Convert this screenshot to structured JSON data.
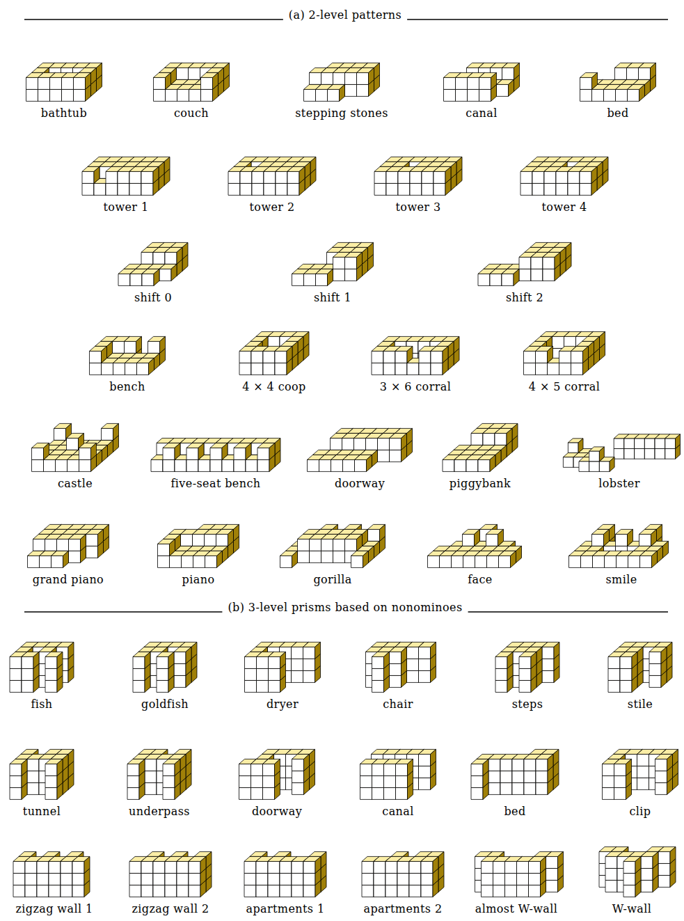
{
  "diagram": {
    "labels": [
      "(a) 2-level patterns",
      "bathtub",
      "couch",
      "stepping stones",
      "canal",
      "bed",
      "tower 1",
      "tower 2",
      "tower 3",
      "tower 4",
      "shift 0",
      "shift 1",
      "shift 2",
      "bench",
      "4 × 4 coop",
      "3 × 6 corral",
      "4 × 5 corral",
      "castle",
      "five-seat bench",
      "doorway",
      "piggybank",
      "lobster",
      "grand piano",
      "piano",
      "gorilla",
      "face",
      "smile",
      "(b) 3-level prisms based on nonominoes",
      "fish",
      "goldfish",
      "dryer",
      "chair",
      "steps",
      "stile",
      "tunnel",
      "underpass",
      "doorway",
      "canal",
      "bed",
      "clip",
      "zigzag wall 1",
      "zigzag wall 2",
      "apartments 1",
      "apartments 2",
      "almost W-wall",
      "W-wall"
    ]
  }
}
